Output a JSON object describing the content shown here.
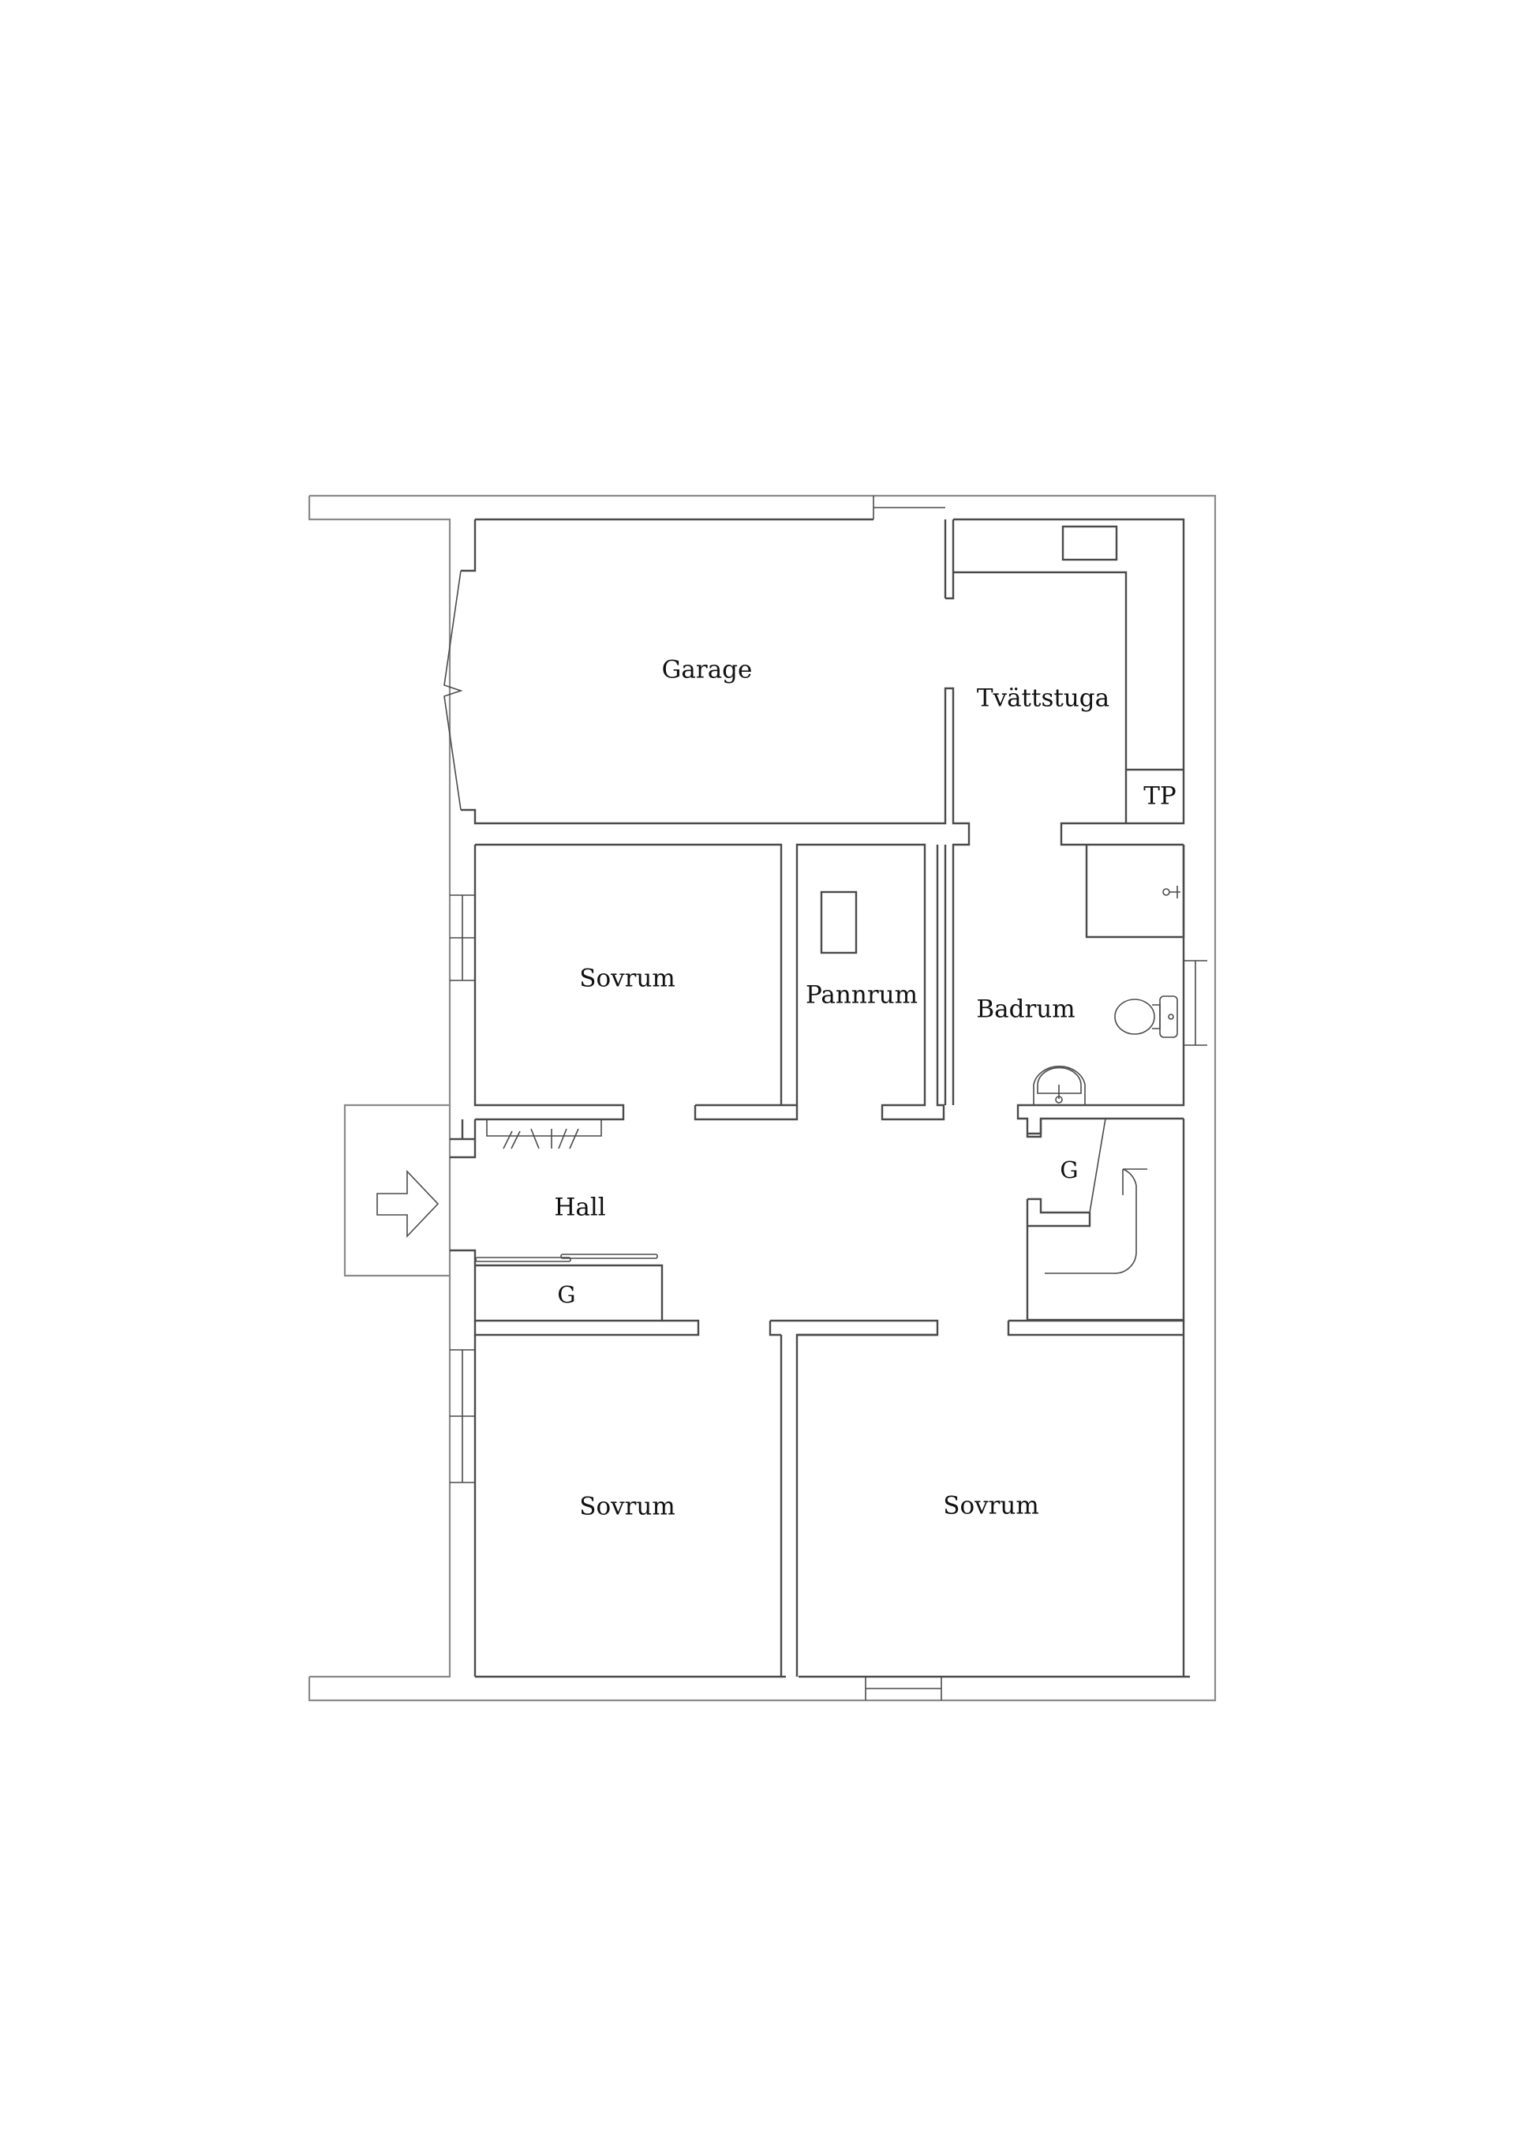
{
  "floor_plan": {
    "rooms": {
      "garage": "Garage",
      "laundry": "Tvättstuga",
      "technical_space": "TP",
      "bedroom_top": "Sovrum",
      "boiler_room": "Pannrum",
      "bathroom": "Badrum",
      "hall": "Hall",
      "hall_closet": "G",
      "bath_closet": "G",
      "bedroom_bottom_left": "Sovrum",
      "bedroom_bottom_right": "Sovrum"
    },
    "symbols": {
      "entrance": "arrow-right-icon",
      "toilet": "toilet-icon",
      "sink": "sink-icon",
      "shower_mixer": "shower-icon",
      "boiler": "boiler-icon",
      "washer": "washer-icon",
      "coat_rack": "coat-rack-icon",
      "sliding_doors": "sliding-door-icon",
      "garage_door": "folding-door-icon"
    },
    "colors": {
      "wall_line": "#4a4a4a",
      "outer_line": "#8a8a8a",
      "background": "#ffffff",
      "text": "#111111"
    }
  }
}
